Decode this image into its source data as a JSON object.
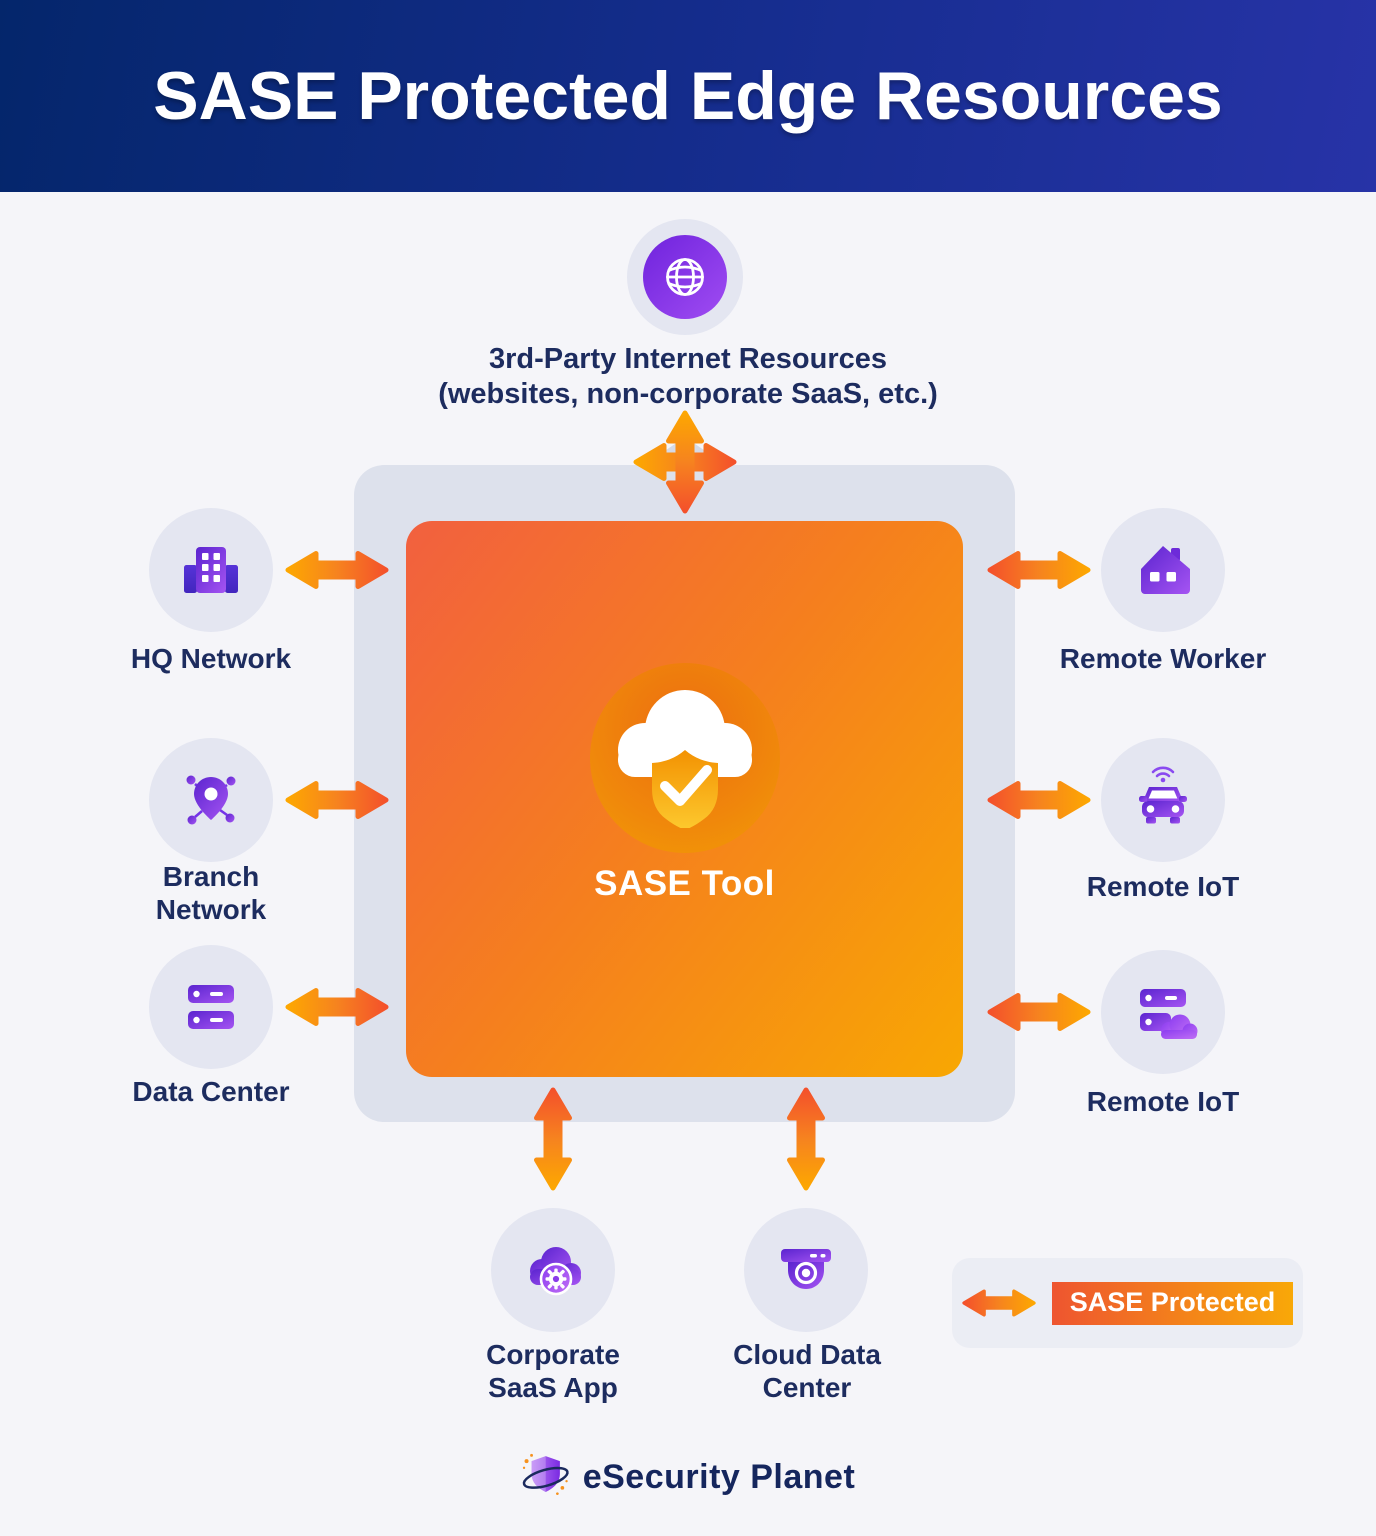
{
  "header": {
    "title": "SASE Protected Edge Resources"
  },
  "hub": {
    "label": "SASE Tool",
    "icon": "cloud-shield-check-icon"
  },
  "top_node": {
    "line1": "3rd-Party Internet Resources",
    "line2": "(websites, non-corporate SaaS, etc.)",
    "icon": "globe-icon"
  },
  "left_nodes": [
    {
      "label": "HQ Network",
      "icon": "office-building-icon"
    },
    {
      "label": "Branch Network",
      "icon": "branch-map-pin-icon"
    },
    {
      "label": "Data Center",
      "icon": "server-rack-icon"
    }
  ],
  "right_nodes": [
    {
      "label": "Remote Worker",
      "icon": "home-icon"
    },
    {
      "label": "Remote IoT",
      "icon": "connected-car-icon"
    },
    {
      "label": "Remote IoT",
      "icon": "server-cloud-icon"
    }
  ],
  "bottom_nodes": [
    {
      "label": "Corporate SaaS App",
      "icon": "cloud-gear-icon"
    },
    {
      "label": "Cloud Data Center",
      "icon": "dome-camera-icon"
    }
  ],
  "legend": {
    "label": "SASE Protected",
    "icon": "double-arrow-icon"
  },
  "footer": {
    "brand": "eSecurity Planet",
    "icon": "shield-orbit-logo-icon"
  },
  "colors": {
    "background": "#f5f5f9",
    "header_gradient_start": "#04266b",
    "header_gradient_end": "#2733a7",
    "panel_gray": "#dde1ec",
    "circle_gray": "#e4e6f1",
    "square_gradient_start": "#f2603f",
    "square_gradient_end": "#f8a703",
    "arrow_amber": "#fda701",
    "arrow_red": "#f4512b",
    "icon_purple_dark": "#5b24cf",
    "icon_purple_light": "#a554f2",
    "label_navy": "#1d2c5f"
  }
}
